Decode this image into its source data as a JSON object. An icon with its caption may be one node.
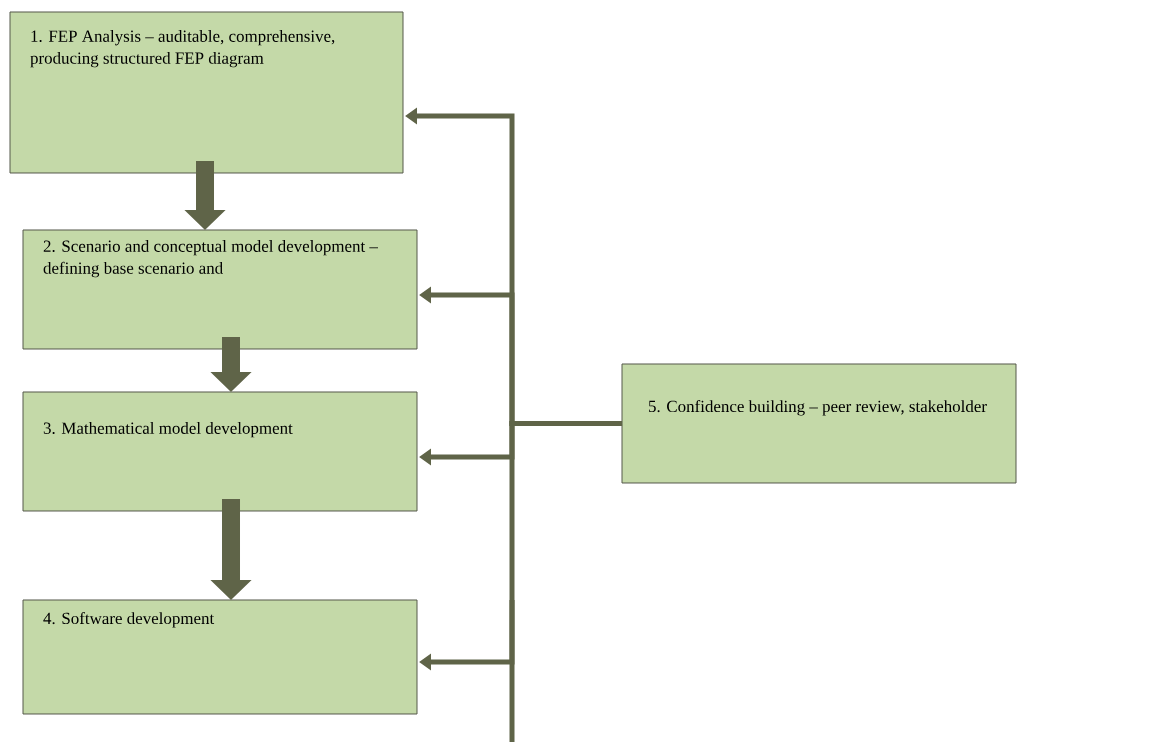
{
  "diagram": {
    "nodes": [
      {
        "text": [
          "1. FEP Analysis – auditable, comprehensive, producing structured FEP diagram"
        ]
      },
      {
        "text": [
          "2. Scenario and conceptual model development – defining base scenario and"
        ]
      },
      {
        "text": [
          "3. Mathematical model development"
        ]
      },
      {
        "text": [
          "4. Software development"
        ]
      },
      {
        "text": [
          "5. Confidence building – peer review, stakeholder"
        ]
      }
    ],
    "edges": [
      {
        "from": 0,
        "to": 1,
        "arrow": "to",
        "style": "thick"
      },
      {
        "from": 1,
        "to": 2,
        "arrow": "to",
        "style": "thick"
      },
      {
        "from": 2,
        "to": 3,
        "arrow": "to",
        "style": "thick"
      },
      {
        "from": 4,
        "to": 0,
        "arrow": "to"
      },
      {
        "from": 4,
        "to": 1,
        "arrow": "to"
      },
      {
        "from": 4,
        "to": 2,
        "arrow": "to"
      },
      {
        "from": 4,
        "to": 3,
        "arrow": "to"
      }
    ]
  }
}
